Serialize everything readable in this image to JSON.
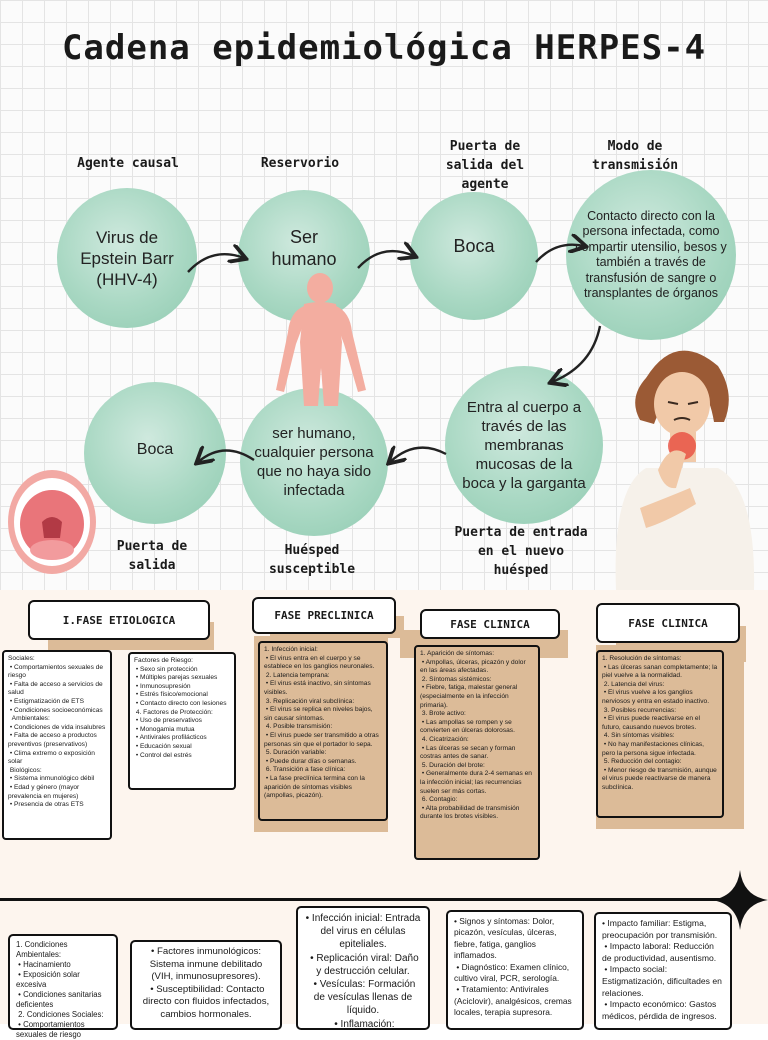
{
  "title": "Cadena epidemiológica HERPES-4",
  "headers": {
    "agente": "Agente causal",
    "reservorio": "Reservorio",
    "puerta_salida_agente": "Puerta de salida del agente",
    "modo": "Modo de transmisión",
    "puerta_salida": "Puerta de salida",
    "huesped": "Huésped susceptible",
    "puerta_entrada": "Puerta de entrada en el nuevo huésped"
  },
  "circles": {
    "agente": "Virus de Epstein Barr (HHV-4)",
    "reservorio": "Ser humano",
    "boca1": "Boca",
    "modo": "Contacto directo con la persona infectada, como compartir utensilio, besos y también a través de transfusión de sangre o transplantes de órganos",
    "entrada": "Entra al cuerpo a través de las membranas mucosas de la boca y la garganta",
    "huesped": "ser humano, cualquier persona que no haya sido infectada",
    "boca2": "Boca"
  },
  "phases": {
    "etiologica": "I.FASE ETIOLOGICA",
    "preclinica": "FASE PRECLINICA",
    "clinica1": "FASE CLINICA",
    "clinica2": "FASE CLINICA"
  },
  "boxes": {
    "etio_left": "Sociales:\n • Comportamientos sexuales de riesgo\n • Falta de acceso a servicios de salud\n • Estigmatización de ETS\n • Condiciones socioeconómicas\n  Ambientales:\n • Condiciones de vida insalubres\n • Falta de acceso a productos preventivos (preservativos)\n • Clima extremo o exposición solar\n Biológicos:\n • Sistema inmunológico débil\n • Edad y género (mayor prevalencia en mujeres)\n • Presencia de otras ETS",
    "etio_right": "Factores de Riesgo:\n • Sexo sin protección\n • Múltiples parejas sexuales\n • Inmunosupresión\n • Estrés físico/emocional\n • Contacto directo con lesiones\n 4. Factores de Protección:\n • Uso de preservativos\n • Monogamia mutua\n • Antivirales profilácticos\n • Educación sexual\n • Control del estrés",
    "preclinica": "1. Infección inicial:\n • El virus entra en el cuerpo y se establece en los ganglios neuronales.\n 2. Latencia temprana:\n • El virus está inactivo, sin síntomas visibles.\n 3. Replicación viral subclínica:\n • El virus se replica en niveles bajos, sin causar síntomas.\n 4. Posible transmisión:\n • El virus puede ser transmitido a otras personas sin que el portador lo sepa.\n 5. Duración variable:\n • Puede durar días o semanas.\n 6. Transición a fase clínica:\n • La fase preclínica termina con la aparición de síntomas visibles (ampollas, picazón).",
    "clinica1": "1. Aparición de síntomas:\n • Ampollas, úlceras, picazón y dolor en las áreas afectadas.\n 2. Síntomas sistémicos:\n • Fiebre, fatiga, malestar general (especialmente en la infección primaria).\n 3. Brote activo:\n • Las ampollas se rompen y se convierten en úlceras dolorosas.\n 4. Cicatrización:\n • Las úlceras se secan y forman costras antes de sanar.\n 5. Duración del brote:\n • Generalmente dura 2-4 semanas en la infección inicial; las recurrencias suelen ser más cortas.\n 6. Contagio:\n • Alta probabilidad de transmisión durante los brotes visibles.",
    "clinica2": "1. Resolución de síntomas:\n • Las úlceras sanan completamente; la piel vuelve a la normalidad.\n 2. Latencia del virus:\n • El virus vuelve a los ganglios nerviosos y entra en estado inactivo.\n 3. Posibles recurrencias:\n • El virus puede reactivarse en el futuro, causando nuevos brotes.\n 4. Sin síntomas visibles:\n • No hay manifestaciones clínicas, pero la persona sigue infectada.\n 5. Reducción del contagio:\n • Menor riesgo de transmisión, aunque el virus puede reactivarse de manera subclínica."
  },
  "bottom": {
    "b1": "1. Condiciones Ambientales:\n • Hacinamiento\n • Exposición solar excesiva\n • Condiciones sanitarias deficientes\n 2. Condiciones Sociales:\n • Comportamientos sexuales de riesgo",
    "b2": "• Factores inmunológicos: Sistema inmune debilitado (VIH, inmunosupresores).\n • Susceptibilidad: Contacto directo con fluidos infectados, cambios hormonales.",
    "b3": "• Infección inicial: Entrada del virus en células epiteliales.\n • Replicación viral: Daño y destrucción celular.\n • Vesículas: Formación de vesículas llenas de líquido.\n • Inflamación:",
    "b4": "• Signos y síntomas: Dolor, picazón, vesículas, úlceras, fiebre, fatiga, ganglios inflamados.\n • Diagnóstico: Examen clínico, cultivo viral, PCR, serología.\n • Tratamiento: Antivirales (Aciclovir), analgésicos, cremas locales, terapia supresora.",
    "b5": "• Impacto familiar: Estigma, preocupación por transmisión.\n • Impacto laboral: Reducción de productividad, ausentismo.\n • Impacto social: Estigmatización, dificultades en relaciones.\n • Impacto económico: Gastos médicos, pérdida de ingresos."
  },
  "colors": {
    "circle": "#a9d8c3",
    "tan": "#dcbb98",
    "skin": "#f3ada0",
    "mouth": "#e9757a"
  }
}
